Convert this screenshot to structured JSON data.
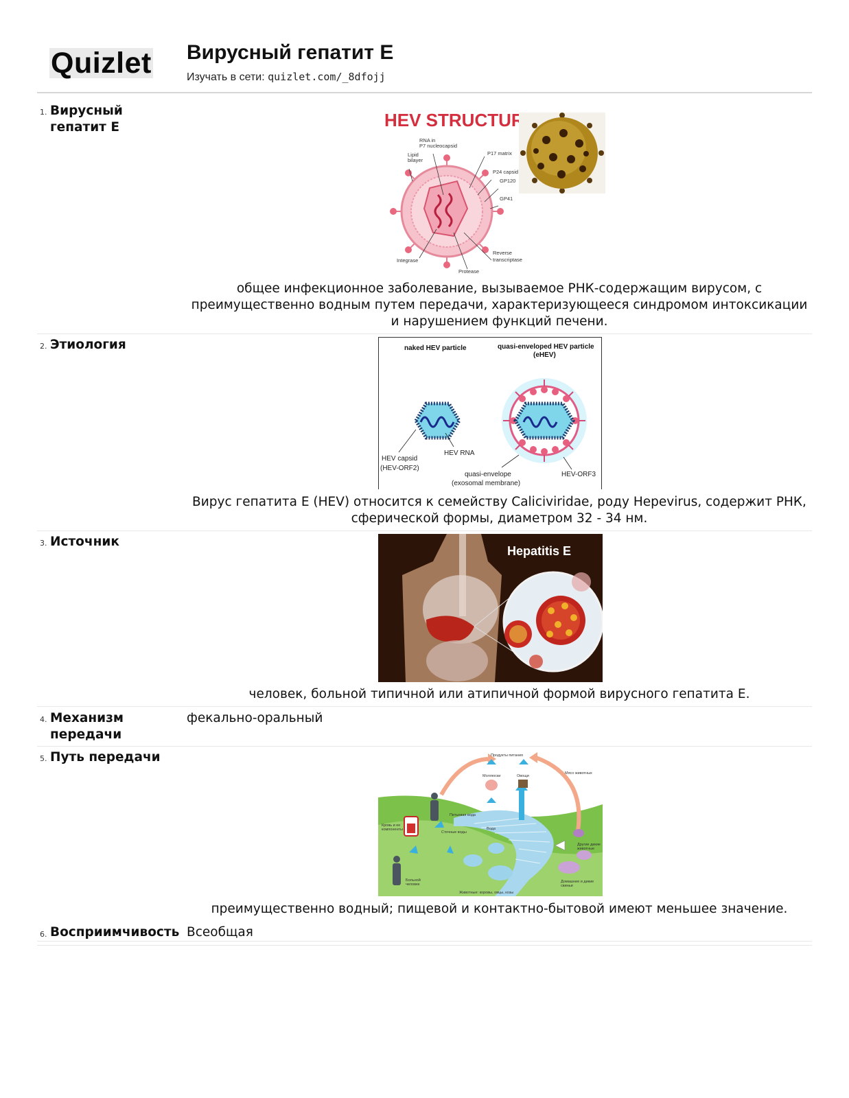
{
  "header": {
    "logo": "Quizlet",
    "title": "Вирусный гепатит Е",
    "study_prefix": "Изучать в сети:",
    "study_url": "quizlet.com/_8dfojj"
  },
  "cards": [
    {
      "number": "1.",
      "term": "Вирусный гепатит Е",
      "definition": "общее инфекционное заболевание, вызываемое РНК-содержащим вирусом, с преимущественно водным путем передачи, характеризующееся синдромом интоксикации и нарушением функций печени.",
      "image": {
        "title": "HEV STRUCTURE",
        "labels": [
          "RNA in",
          "P7 nucleocapsid",
          "Lipid",
          "bilayer",
          "P17 matrix",
          "P24 capsid",
          "GP120",
          "GP41",
          "Reverse",
          "transcriptase",
          "Integrase",
          "Protease"
        ]
      }
    },
    {
      "number": "2.",
      "term": "Этиология",
      "definition": "Вирус гепатита Е (HEV) относится к семейству Caliciviridae, роду Hepevirus, содержит РНК, сферической формы, диаметром 32 - 34 нм.",
      "image": {
        "left_title": "naked HEV particle",
        "right_title_1": "quasi-enveloped HEV particle",
        "right_title_2": "(eHEV)",
        "labels": [
          "HEV capsid",
          "(HEV-ORF2)",
          "HEV RNA",
          "quasi-envelope",
          "(exosomal membrane)",
          "HEV-ORF3"
        ]
      }
    },
    {
      "number": "3.",
      "term": "Источник",
      "definition": "человек, больной типичной или атипичной формой вирусного гепатита Е.",
      "image": {
        "title": "Hepatitis E"
      }
    },
    {
      "number": "4.",
      "term": "Механизм передачи",
      "definition": "фекально-оральный"
    },
    {
      "number": "5.",
      "term": "Путь передачи",
      "definition": "преимущественно водный; пищевой и контактно-бытовой имеют меньшее значение.",
      "image": {
        "labels": [
          "Продукты питания",
          "Мясо животных",
          "Моллюски",
          "Овощи",
          "Питьевая вода",
          "Кровь и ее",
          "компоненты",
          "Сточные воды",
          "Вода",
          "Другие дикие",
          "животные",
          "Домашние и дикие",
          "свиньи",
          "Больной",
          "человек",
          "Животные: коровы, овцы, козы"
        ]
      }
    },
    {
      "number": "6.",
      "term": "Восприимчивость",
      "definition": "Всеобщая"
    }
  ],
  "colors": {
    "divider": "#d6d6d6",
    "row_border": "#e7e7e7",
    "virus_pink": "#e05a78",
    "hepatitis_bg": "#2d1408",
    "landscape_green": "#7cc24a",
    "water_blue": "#a9d8ee"
  }
}
